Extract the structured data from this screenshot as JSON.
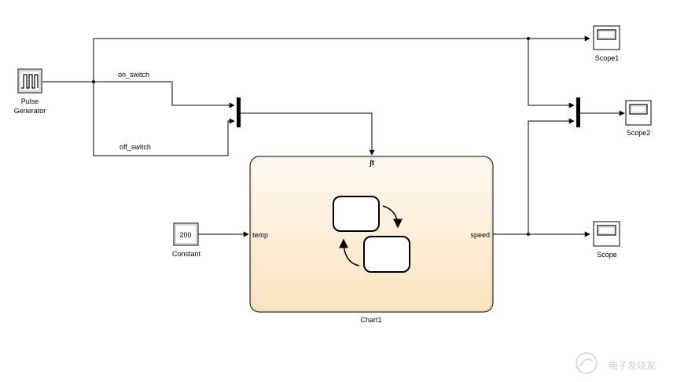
{
  "blocks": {
    "pulse_generator": {
      "line1": "Pulse",
      "line2": "Generator"
    },
    "constant": {
      "value": "200",
      "label": "Constant"
    },
    "scope1": {
      "label": "Scope1"
    },
    "scope2": {
      "label": "Scope2"
    },
    "scope": {
      "label": "Scope"
    },
    "chart": {
      "label": "Chart1",
      "input_port": "temp",
      "output_port": "speed",
      "trigger_symbol": "ʃt"
    }
  },
  "signals": {
    "on_switch": "on_switch",
    "off_switch": "off_switch"
  },
  "watermark": {
    "text": "电子发烧友"
  },
  "colors": {
    "chart_top": "#fffaf1",
    "chart_bottom": "#fbe3bf",
    "line": "#000000"
  }
}
